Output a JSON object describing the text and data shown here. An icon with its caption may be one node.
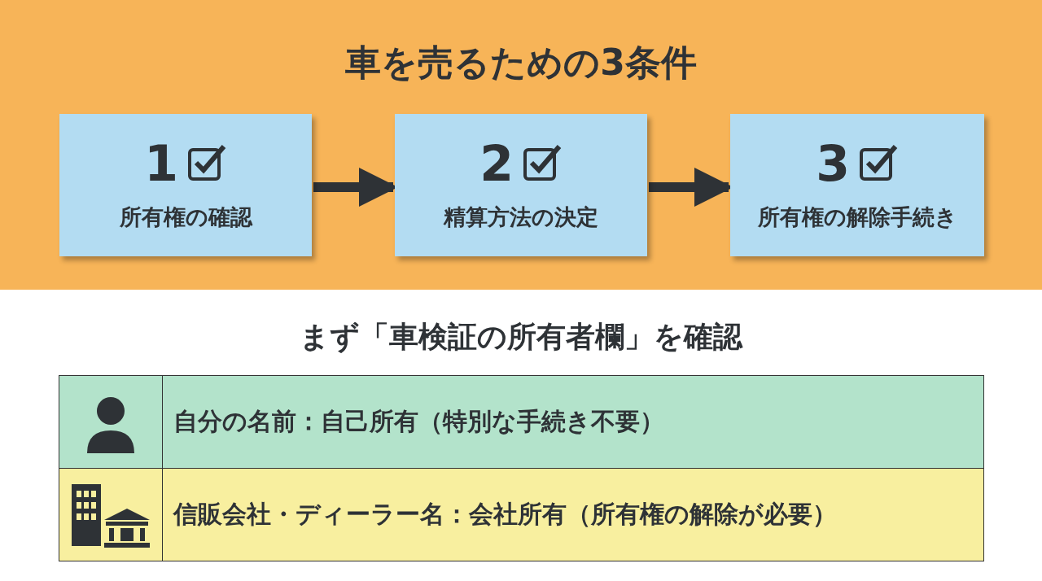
{
  "diagram": {
    "title": "車を売るための3条件",
    "nodes": [
      {
        "text": [
          "1",
          "所有権の確認"
        ]
      },
      {
        "text": [
          "2",
          "精算方法の決定"
        ]
      },
      {
        "text": [
          "3",
          "所有権の解除手続き"
        ]
      }
    ],
    "edges": [
      {
        "from": 0,
        "to": 1,
        "arrow": "to"
      },
      {
        "from": 1,
        "to": 2,
        "arrow": "to"
      }
    ],
    "labels": [
      "まず「車検証の所有者欄」を確認",
      "自分の名前：自己所有（特別な手続き不要）",
      "信販会社・ディーラー名：会社所有（所有権の解除が必要）"
    ]
  }
}
